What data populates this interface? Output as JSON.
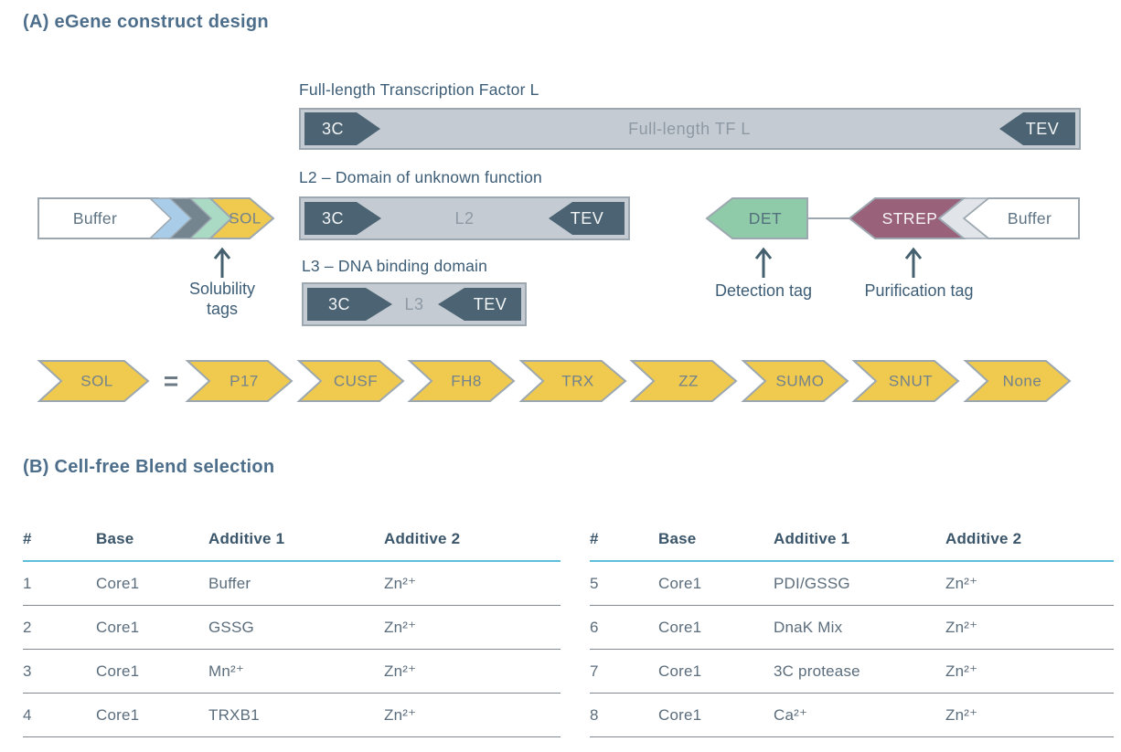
{
  "section_a": {
    "title": "(A) eGene construct design",
    "full_length": {
      "label": "Full-length Transcription Factor L",
      "left_site": "3C",
      "body": "Full-length TF L",
      "right_site": "TEV"
    },
    "l2": {
      "label": "L2 – Domain of unknown function",
      "left_site": "3C",
      "body": "L2",
      "right_site": "TEV"
    },
    "l3": {
      "label": "L3 – DNA binding domain",
      "left_site": "3C",
      "body": "L3",
      "right_site": "TEV"
    },
    "n_terminal": {
      "buffer": "Buffer",
      "sol": "SOL",
      "annotation_line1": "Solubility",
      "annotation_line2": "tags"
    },
    "c_terminal": {
      "det": "DET",
      "strep": "STREP",
      "buffer": "Buffer",
      "det_annotation": "Detection tag",
      "strep_annotation": "Purification tag"
    },
    "sol_row": {
      "sol": "SOL",
      "equals": "=",
      "tags": [
        "P17",
        "CUSF",
        "FH8",
        "TRX",
        "ZZ",
        "SUMO",
        "SNUT",
        "None"
      ]
    },
    "colors": {
      "slate_dark": "#4b6372",
      "bar_gray": "#c4cbd2",
      "outline_gray": "#9ca7b0",
      "yellow": "#efca4e",
      "green": "#90cba9",
      "plum": "#99627a",
      "light_blue": "#a9cde9",
      "mint": "#aad9c4",
      "chevron_slate": "#75858f",
      "light_gray": "#e1e5e9",
      "heading_blue": "#4d6e8b"
    }
  },
  "section_b": {
    "title": "(B) Cell-free Blend selection",
    "headers": [
      "#",
      "Base",
      "Additive 1",
      "Additive 2"
    ],
    "left_rows": [
      [
        "1",
        "Core1",
        "Buffer",
        "Zn²⁺"
      ],
      [
        "2",
        "Core1",
        "GSSG",
        "Zn²⁺"
      ],
      [
        "3",
        "Core1",
        "Mn²⁺",
        "Zn²⁺"
      ],
      [
        "4",
        "Core1",
        "TRXB1",
        "Zn²⁺"
      ]
    ],
    "right_rows": [
      [
        "5",
        "Core1",
        "PDI/GSSG",
        "Zn²⁺"
      ],
      [
        "6",
        "Core1",
        "DnaK Mix",
        "Zn²⁺"
      ],
      [
        "7",
        "Core1",
        "3C protease",
        "Zn²⁺"
      ],
      [
        "8",
        "Core1",
        "Ca²⁺",
        "Zn²⁺"
      ]
    ],
    "accent_line_color": "#5bbfdd"
  }
}
